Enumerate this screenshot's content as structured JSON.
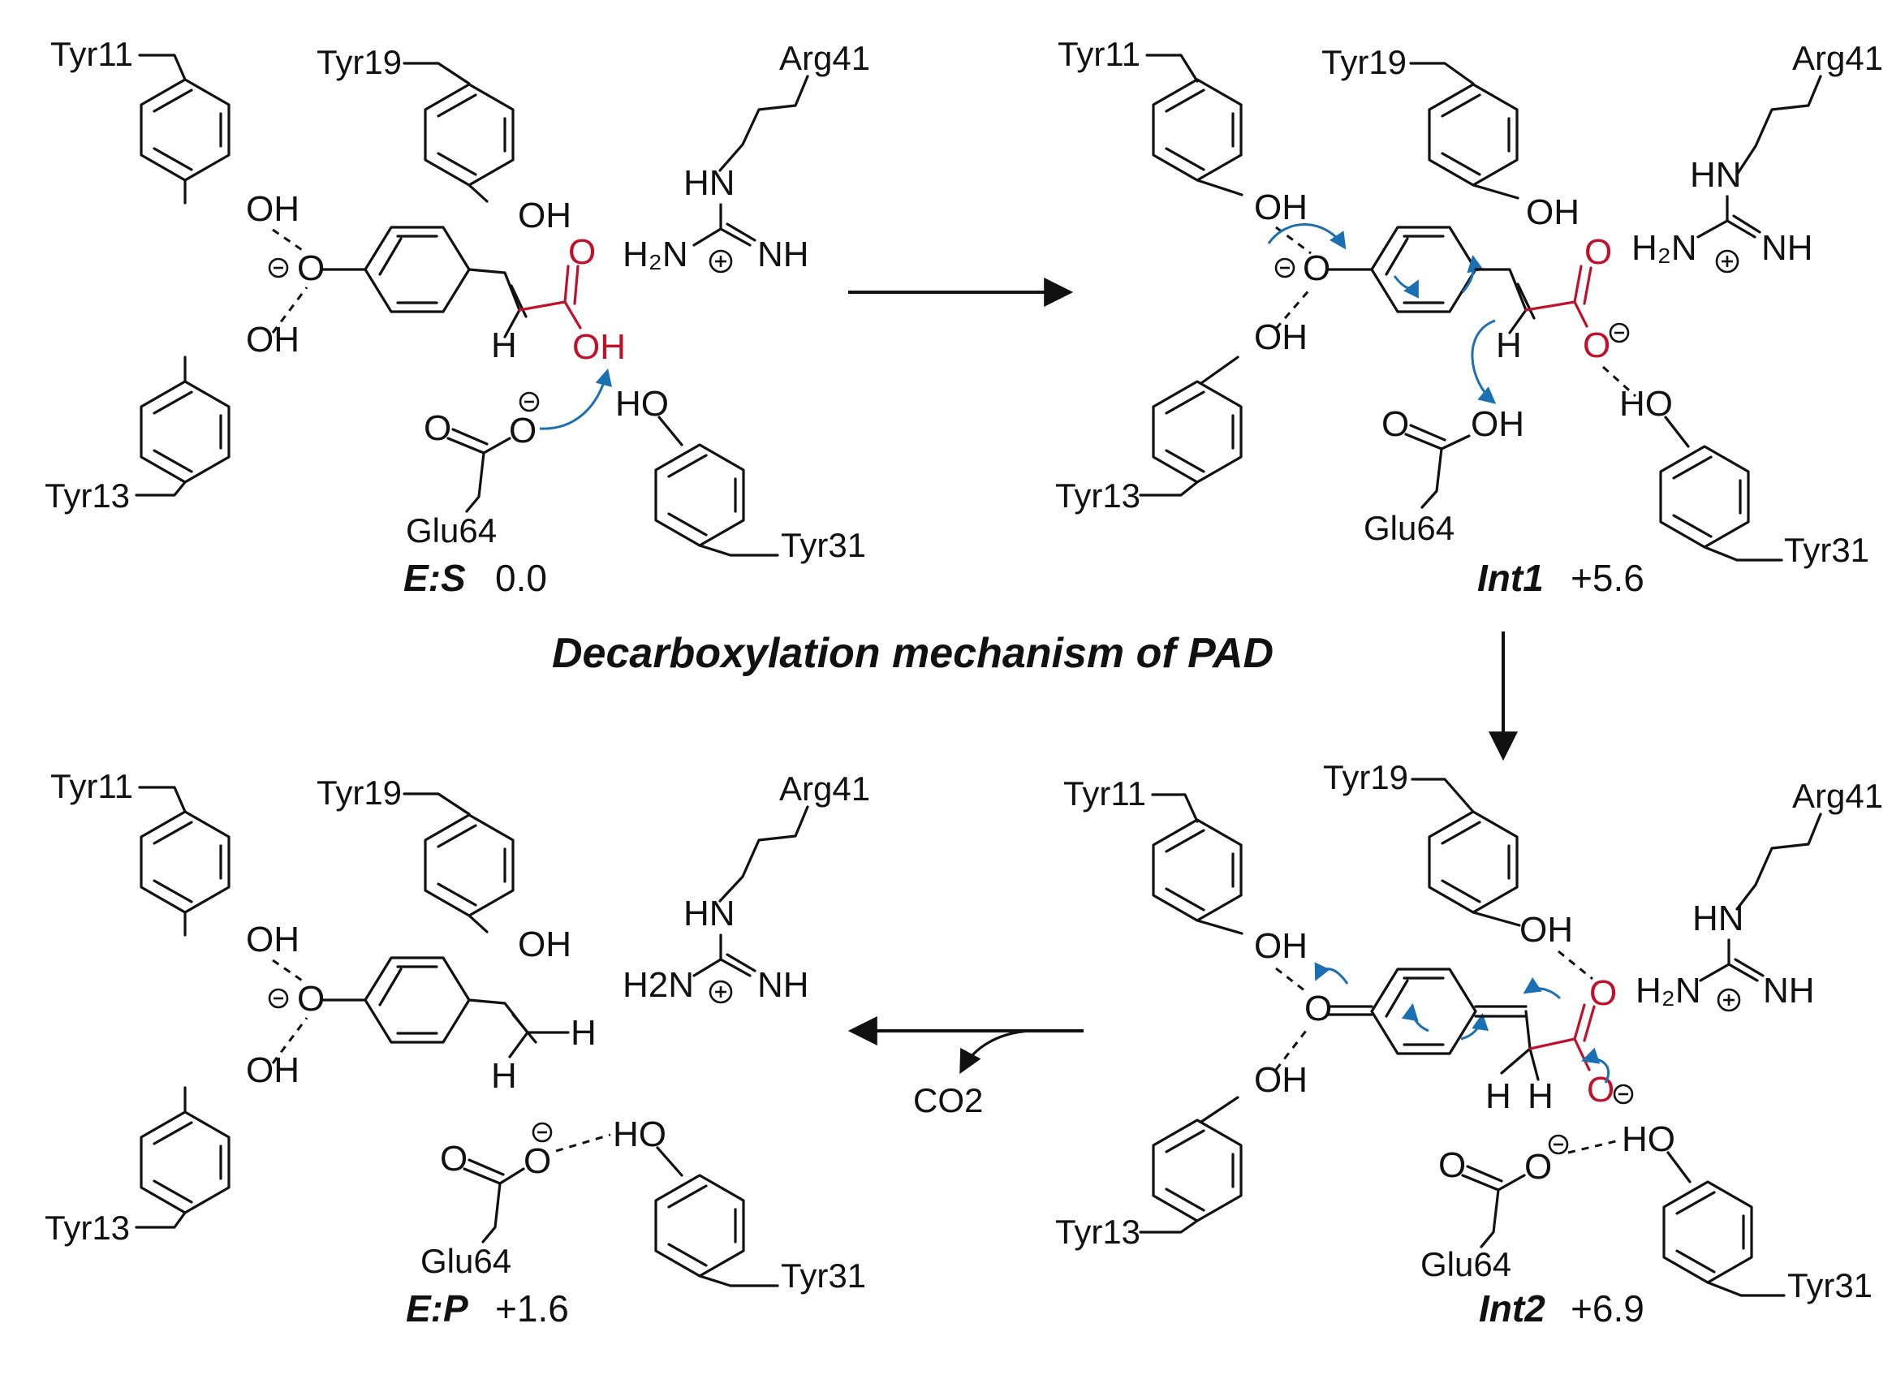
{
  "title": "Decarboxylation mechanism of PAD",
  "residues": {
    "tyr11": "Tyr11",
    "tyr13": "Tyr13",
    "tyr19": "Tyr19",
    "tyr31": "Tyr31",
    "arg41": "Arg41",
    "glu64": "Glu64"
  },
  "atoms": {
    "oh": "OH",
    "ho": "HO",
    "o": "O",
    "h": "H",
    "hn": "HN",
    "nh": "NH",
    "h2n": "H₂N",
    "h2n_plain": "H2N"
  },
  "byproduct": "CO2",
  "states": [
    {
      "id": "es",
      "name": "E:S",
      "energy": "0.0"
    },
    {
      "id": "int1",
      "name": "Int1",
      "energy": "+5.6"
    },
    {
      "id": "int2",
      "name": "Int2",
      "energy": "+6.9"
    },
    {
      "id": "ep",
      "name": "E:P",
      "energy": "+1.6"
    }
  ],
  "colors": {
    "ink": "#111111",
    "substrate_carboxyl": "#c0102a",
    "electron_arrow": "#1b6fb3"
  }
}
